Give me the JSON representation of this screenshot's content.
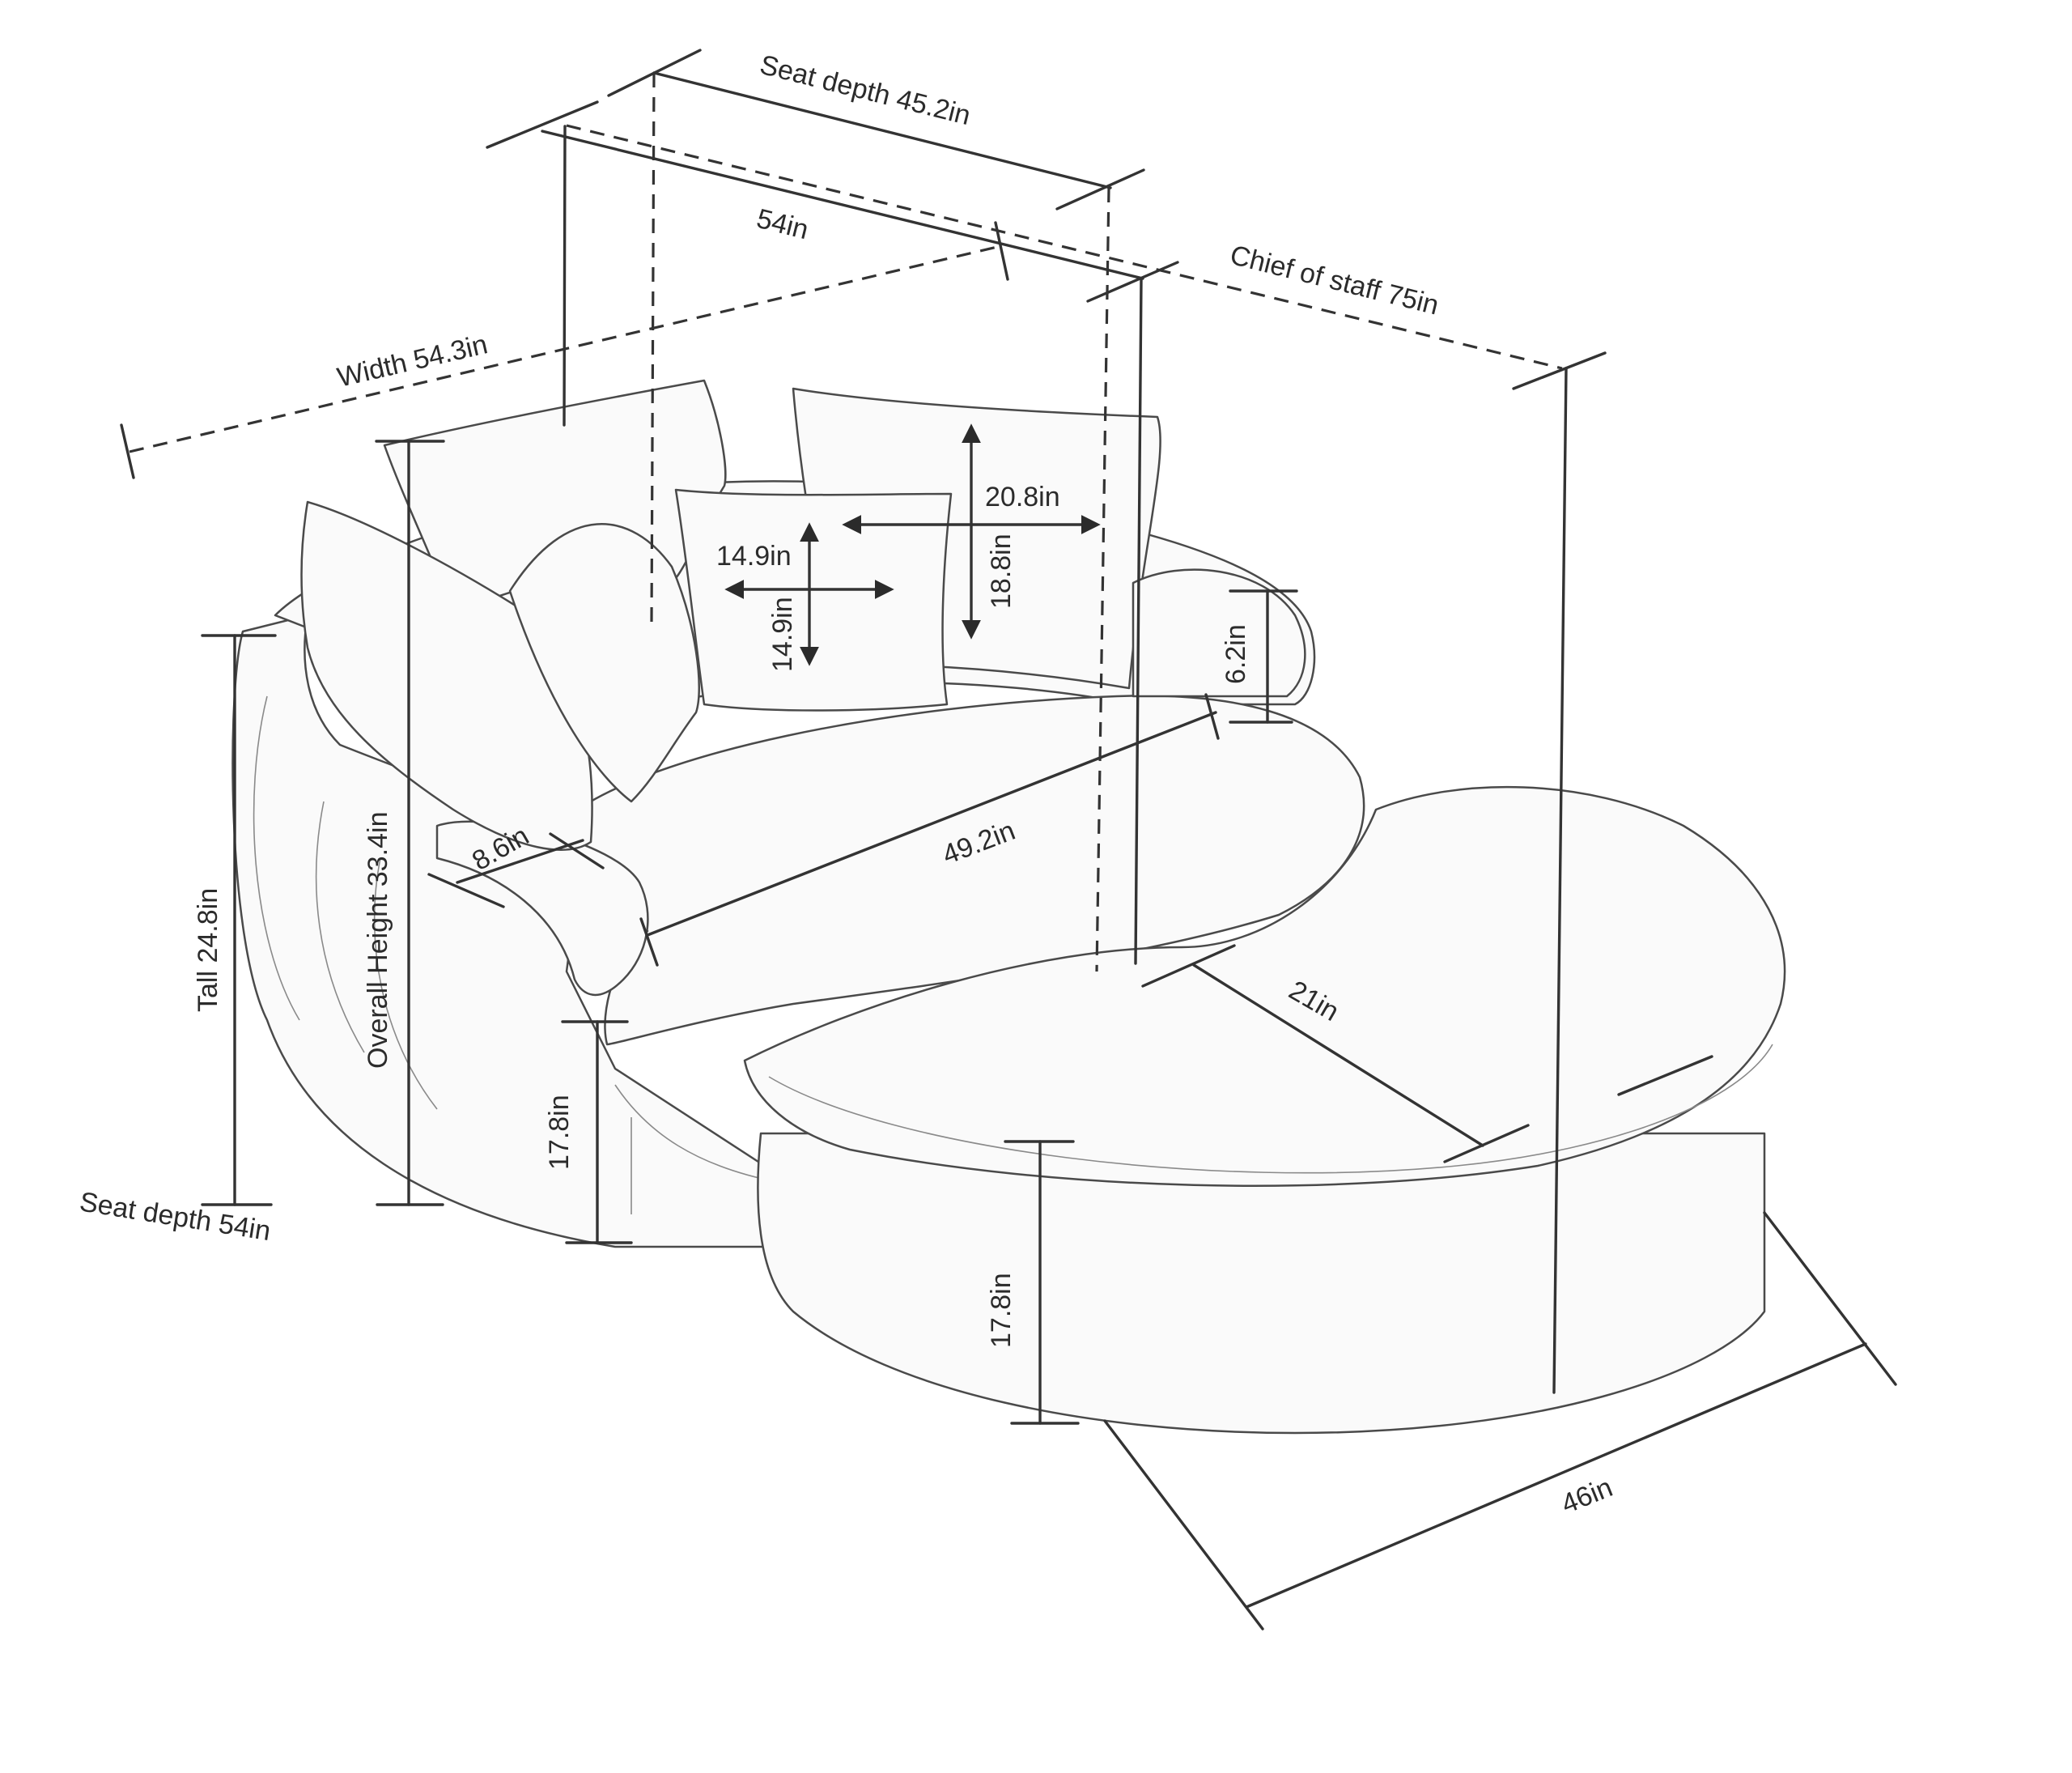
{
  "labels": {
    "seat_depth_top": "Seat depth 45.2in",
    "width_54": "54in",
    "chief_of_staff": "Chief of staff  75in",
    "width_543": "Width 54.3in",
    "pillow_large_w": "20.8in",
    "pillow_large_h": "18.8in",
    "pillow_small_w": "14.9in",
    "pillow_small_h": "14.9in",
    "arm_height": "6.2in",
    "arm_width": "8.6in",
    "seat_diag": "49.2in",
    "tall": "Tall 24.8in",
    "overall_height": "Overall Height 33.4in",
    "seat_height": "17.8in",
    "ottoman_depth": "21in",
    "ottoman_height": "17.8in",
    "seat_depth_bottom": "Seat depth 54in",
    "ottoman_width": "46in"
  },
  "colors": {
    "line": "#333333",
    "outline": "#4a4a4a",
    "fill": "#fafafa"
  }
}
